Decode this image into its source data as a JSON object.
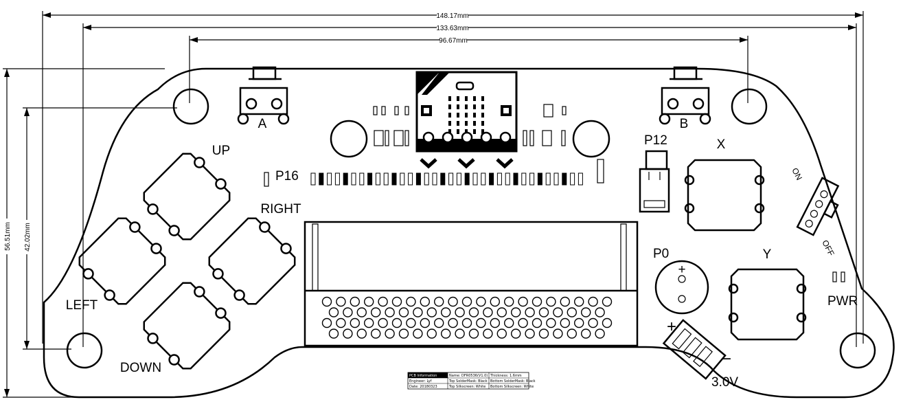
{
  "dimensions": {
    "overall_width": "148.17mm",
    "hole_span_width": "133.63mm",
    "top_hole_span": "96.67mm",
    "overall_height": "56.51mm",
    "hole_span_height": "42.02mm"
  },
  "labels": {
    "a": "A",
    "b": "B",
    "up": "UP",
    "down": "DOWN",
    "left": "LEFT",
    "right": "RIGHT",
    "x": "X",
    "y": "Y",
    "p16": "P16",
    "p12": "P12",
    "p0": "P0",
    "on": "ON",
    "off": "OFF",
    "pwr": "PWR",
    "battery_voltage": "3.0V",
    "plus": "+",
    "minus": "−"
  },
  "info_block": {
    "rows": [
      [
        "PCB Information",
        "Name: DFR0536(V1.0)",
        "Thickness: 1.6mm"
      ],
      [
        "Engineer: Lyf",
        "Top SolderMask: Black",
        "Bottom SolderMask: Black"
      ],
      [
        "Date: 20180323",
        "Top Silkscreen: White",
        "Bottom Silkscreen: White"
      ]
    ]
  }
}
